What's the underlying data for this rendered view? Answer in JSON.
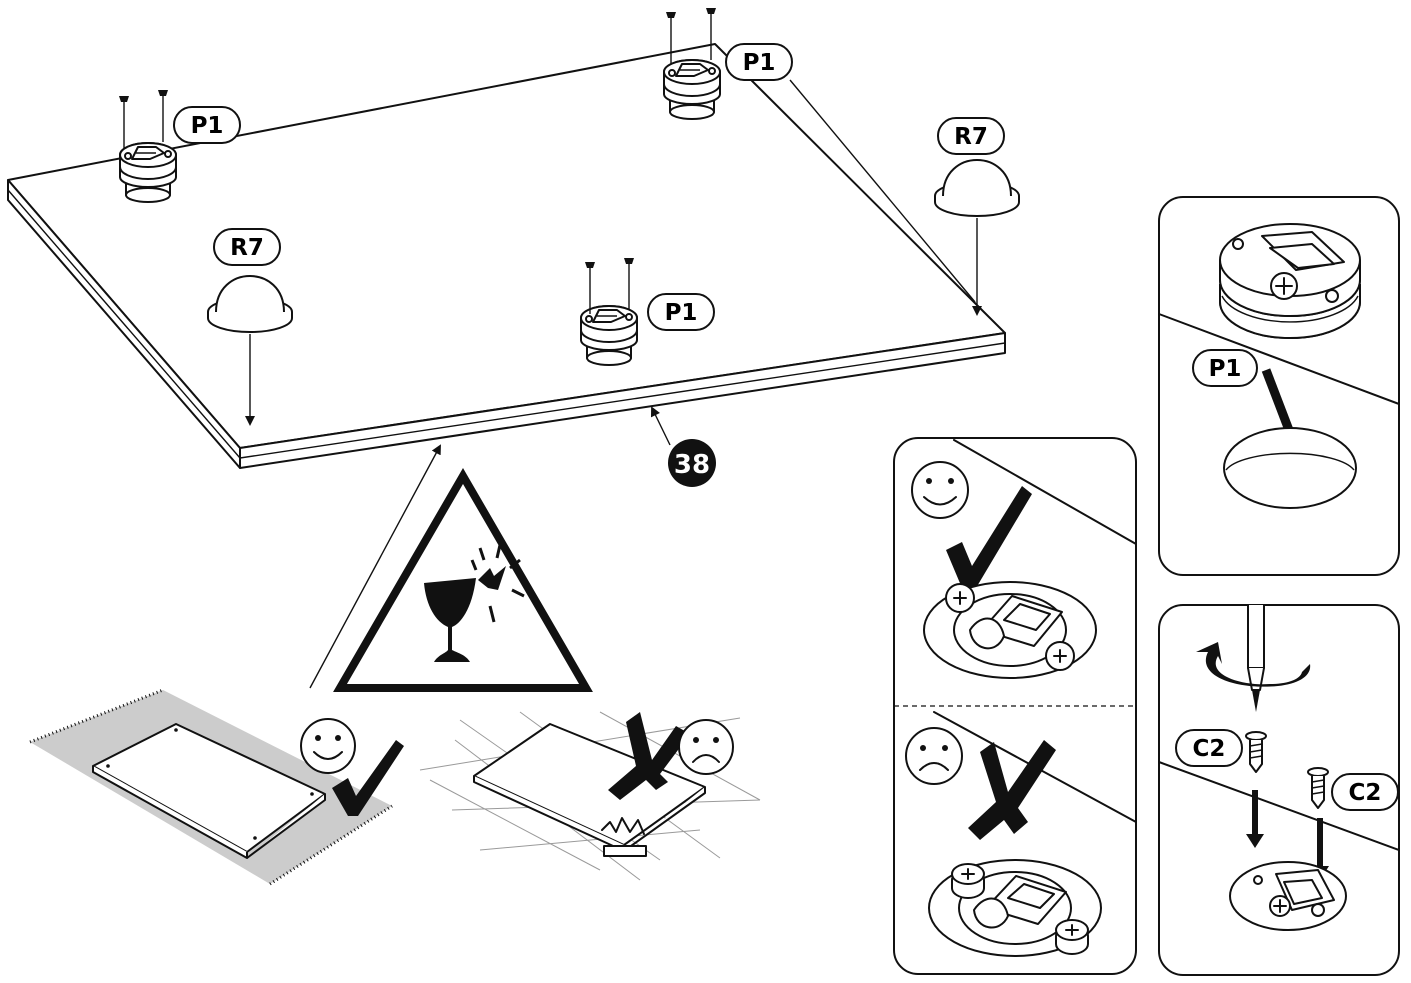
{
  "labels": {
    "part_p1": "P1",
    "part_r7": "R7",
    "part_c2": "C2",
    "step_number": "38"
  },
  "icons": {
    "fragile": "fragile-glass-icon",
    "ok": "check-mark-icon",
    "wrong": "cross-mark-icon",
    "happy": "happy-face-icon",
    "sad": "sad-face-icon"
  },
  "colors": {
    "ink": "#111111",
    "rug": "#cccccc",
    "grid": "#9a9a9a",
    "background": "#ffffff"
  }
}
